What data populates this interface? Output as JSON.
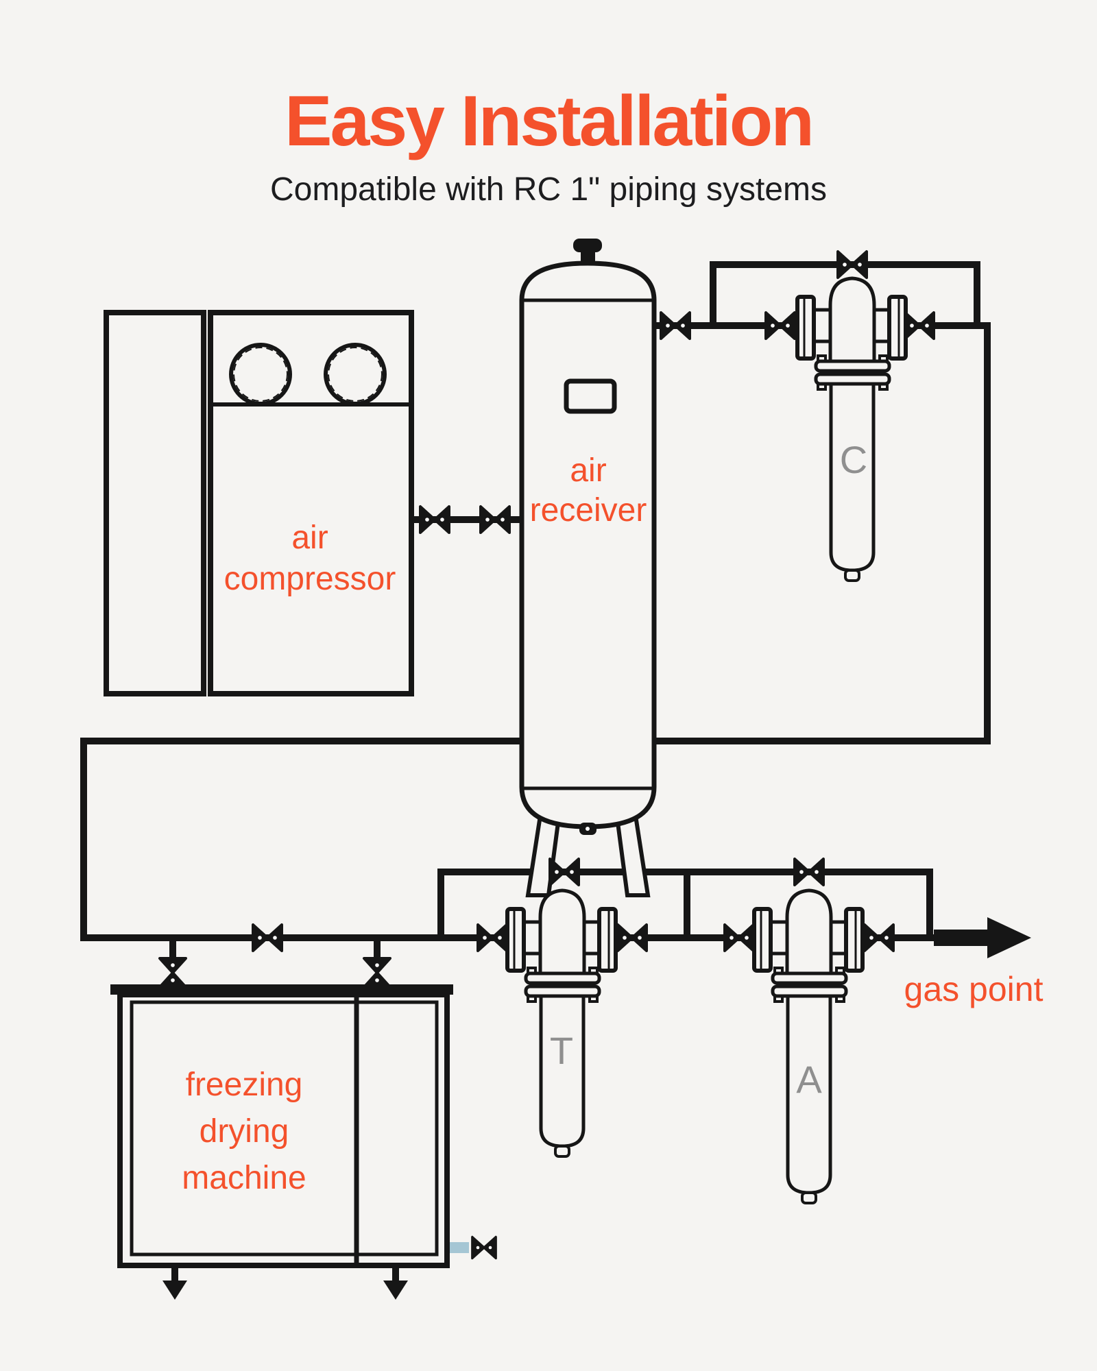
{
  "title": "Easy Installation",
  "subtitle": "Compatible with RC 1\" piping systems",
  "colors": {
    "accent": "#f4512c",
    "ink": "#161616",
    "background": "#f5f4f2",
    "filter_letter": "#8f8f8f",
    "drain_fitting": "#a5c6d4"
  },
  "diagram": {
    "air_compressor": {
      "label": [
        "air",
        "compressor"
      ]
    },
    "air_receiver": {
      "label": [
        "air",
        "receiver"
      ]
    },
    "freezing_drying_machine": {
      "label": [
        "freezing",
        "drying",
        "machine"
      ]
    },
    "filter_c": {
      "letter": "C"
    },
    "filter_t": {
      "letter": "T"
    },
    "filter_a": {
      "letter": "A"
    },
    "gas_point": {
      "label": "gas point"
    }
  }
}
